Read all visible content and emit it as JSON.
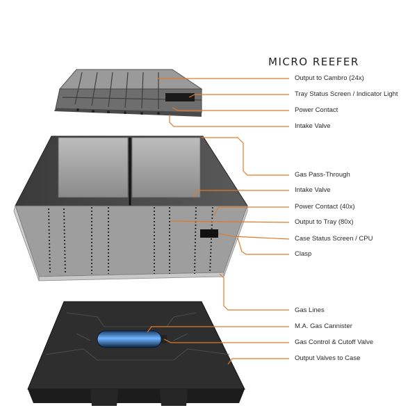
{
  "title": "MICRO REEFER",
  "accent_color": "#e07a2a",
  "labels": [
    "Output to Cambro (24x)",
    "Tray Status Screen / Indicator Light",
    "Power Contact",
    "Intake Valve",
    "Gas Pass-Through",
    "Intake Valve",
    "Power Contact (40x)",
    "Output to Tray (80x)",
    "Case Status Screen / CPU",
    "Clasp",
    "Gas Lines",
    "M.A. Gas Cannister",
    "Gas Control & Cutoff Valve",
    "Output Valves to Case"
  ]
}
